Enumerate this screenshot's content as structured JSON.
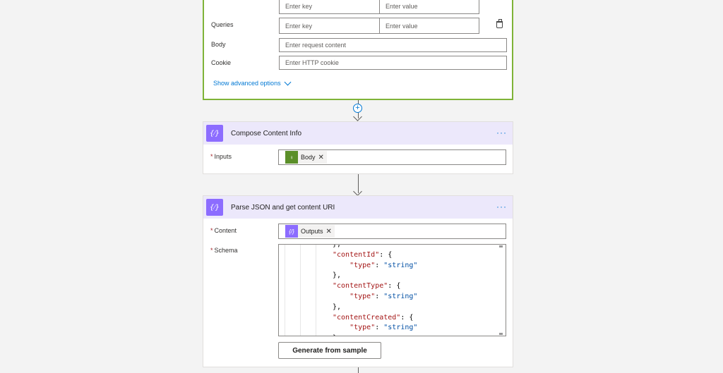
{
  "http_card": {
    "headers_row": {
      "key_placeholder": "Enter key",
      "value_placeholder": "Enter value"
    },
    "queries": {
      "label": "Queries",
      "key_placeholder": "Enter key",
      "value_placeholder": "Enter value"
    },
    "body": {
      "label": "Body",
      "placeholder": "Enter request content"
    },
    "cookie": {
      "label": "Cookie",
      "placeholder": "Enter HTTP cookie"
    },
    "advanced_link": "Show advanced options"
  },
  "compose_card": {
    "icon_glyph": "{⁄}",
    "title": "Compose Content Info",
    "menu": "···",
    "inputs_label": "Inputs",
    "required_mark": "*",
    "token": {
      "label": "Body",
      "color": "#5b8f29"
    }
  },
  "parse_card": {
    "icon_glyph": "{⁄}",
    "title": "Parse JSON and get content URI",
    "menu": "···",
    "content_label": "Content",
    "schema_label": "Schema",
    "required_mark": "*",
    "token": {
      "label": "Outputs",
      "color": "#8c6cff"
    },
    "schema_lines": [
      {
        "indent": "",
        "key": "",
        "rest": "},"
      },
      {
        "indent": "",
        "key": "\"contentId\"",
        "rest": ": {"
      },
      {
        "indent": "    ",
        "key": "\"type\"",
        "rest": ": ",
        "str": "\"string\""
      },
      {
        "indent": "",
        "key": "",
        "rest": "},"
      },
      {
        "indent": "",
        "key": "\"contentType\"",
        "rest": ": {"
      },
      {
        "indent": "    ",
        "key": "\"type\"",
        "rest": ": ",
        "str": "\"string\""
      },
      {
        "indent": "",
        "key": "",
        "rest": "},"
      },
      {
        "indent": "",
        "key": "\"contentCreated\"",
        "rest": ": {"
      },
      {
        "indent": "    ",
        "key": "\"type\"",
        "rest": ": ",
        "str": "\"string\""
      },
      {
        "indent": "",
        "key": "",
        "rest": "},"
      }
    ],
    "generate_button": "Generate from sample"
  },
  "colors": {
    "accent": "#0078d4",
    "http_border": "#7fb338",
    "op_header": "#ece8fb"
  }
}
